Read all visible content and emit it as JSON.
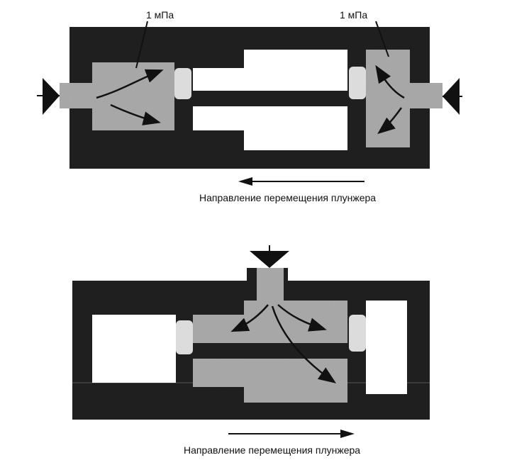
{
  "diagrams": {
    "top": {
      "pressure_left": "1 мПа",
      "pressure_right": "1 мПа",
      "direction_caption": "Направление перемещения плунжера",
      "direction": "left"
    },
    "bottom": {
      "direction_caption": "Направление перемещения плунжера",
      "direction": "right"
    }
  },
  "colors": {
    "body": "#1f1f1f",
    "fluid": "#a9a9a9",
    "cavity": "#ffffff",
    "seal": "#dcdcdc",
    "arrow": "#111111"
  }
}
